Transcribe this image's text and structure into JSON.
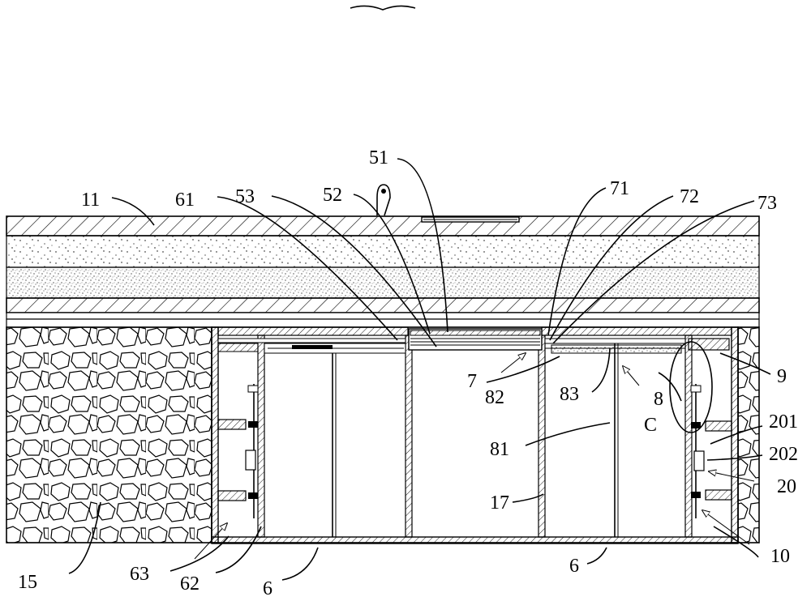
{
  "labels": {
    "l11": "11",
    "l61": "61",
    "l53": "53",
    "l52": "52",
    "l51": "51",
    "l71": "71",
    "l72": "72",
    "l73": "73",
    "l9": "9",
    "l7": "7",
    "l82": "82",
    "l83": "83",
    "l8": "8",
    "l81": "81",
    "lC": "C",
    "l201": "201",
    "l202": "202",
    "l20": "20",
    "l17": "17",
    "l10": "10",
    "l15": "15",
    "l63": "63",
    "l62": "62",
    "l6a": "6",
    "l6b": "6"
  }
}
